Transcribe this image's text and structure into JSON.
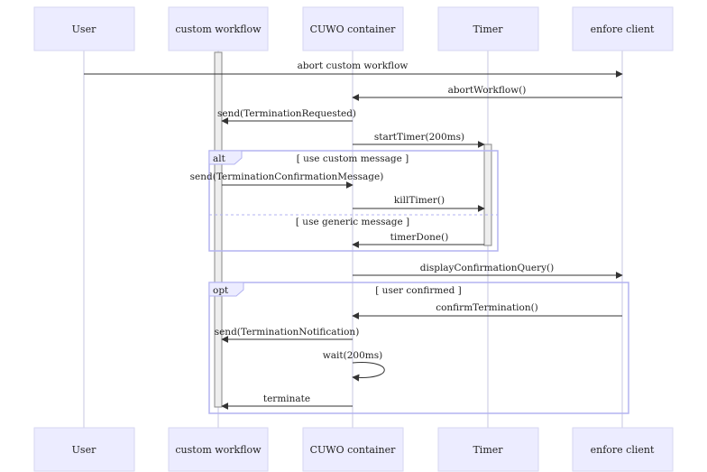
{
  "actors": [
    "User",
    "custom workflow",
    "CUWO container",
    "Timer",
    "enfore client"
  ],
  "fragments": {
    "alt": {
      "label": "alt",
      "condition_1": "[ use custom message ]",
      "condition_2": "[ use generic message ]"
    },
    "opt": {
      "label": "opt",
      "condition": "[ user confirmed ]"
    }
  },
  "messages": [
    {
      "from": "User",
      "to": "enfore client",
      "text": "abort custom workflow"
    },
    {
      "from": "enfore client",
      "to": "CUWO container",
      "text": "abortWorkflow()"
    },
    {
      "from": "CUWO container",
      "to": "custom workflow",
      "text": "send(TerminationRequested)"
    },
    {
      "from": "CUWO container",
      "to": "Timer",
      "text": "startTimer(200ms)"
    },
    {
      "from": "custom workflow",
      "to": "CUWO container",
      "text": "send(TerminationConfirmationMessage)"
    },
    {
      "from": "CUWO container",
      "to": "Timer",
      "text": "killTimer()"
    },
    {
      "from": "Timer",
      "to": "CUWO container",
      "text": "timerDone()"
    },
    {
      "from": "CUWO container",
      "to": "enfore client",
      "text": "displayConfirmationQuery()"
    },
    {
      "from": "enfore client",
      "to": "CUWO container",
      "text": "confirmTermination()"
    },
    {
      "from": "CUWO container",
      "to": "custom workflow",
      "text": "send(TerminationNotification)"
    },
    {
      "from": "CUWO container",
      "to": "CUWO container",
      "text": "wait(200ms)"
    },
    {
      "from": "CUWO container",
      "to": "custom workflow",
      "text": "terminate"
    }
  ]
}
